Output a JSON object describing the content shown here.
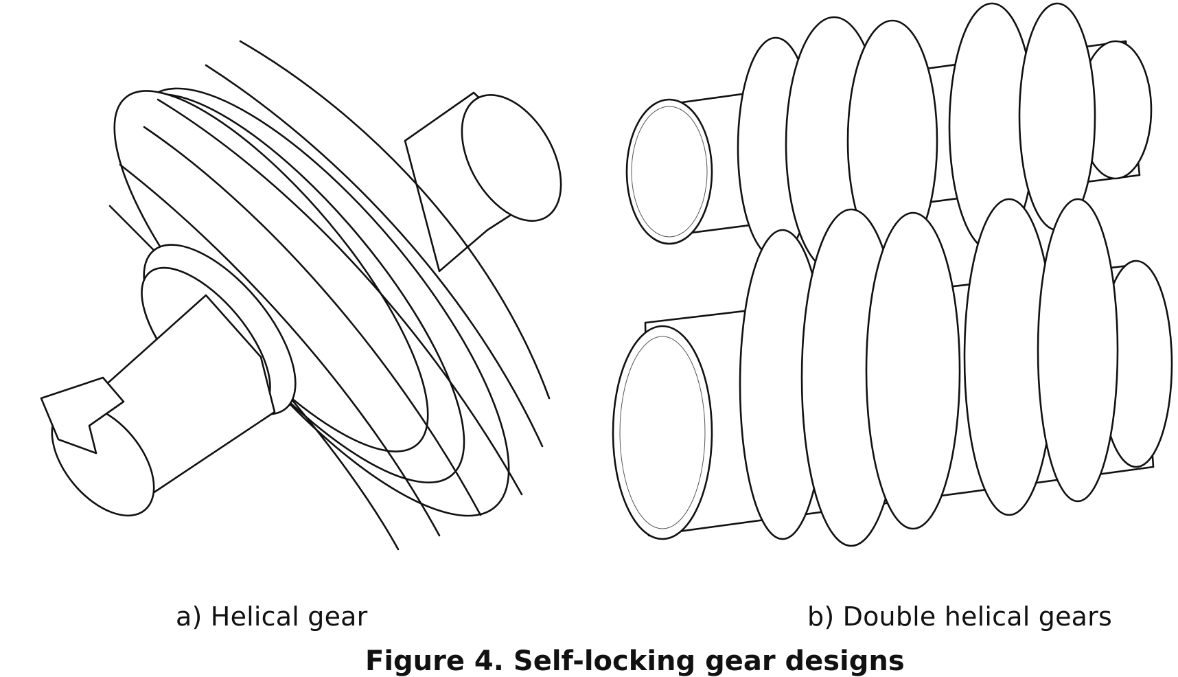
{
  "captions": {
    "a": "a)  Helical gear",
    "b": "b)  Double helical gears"
  },
  "figure_title": "Figure 4. Self-locking gear designs"
}
